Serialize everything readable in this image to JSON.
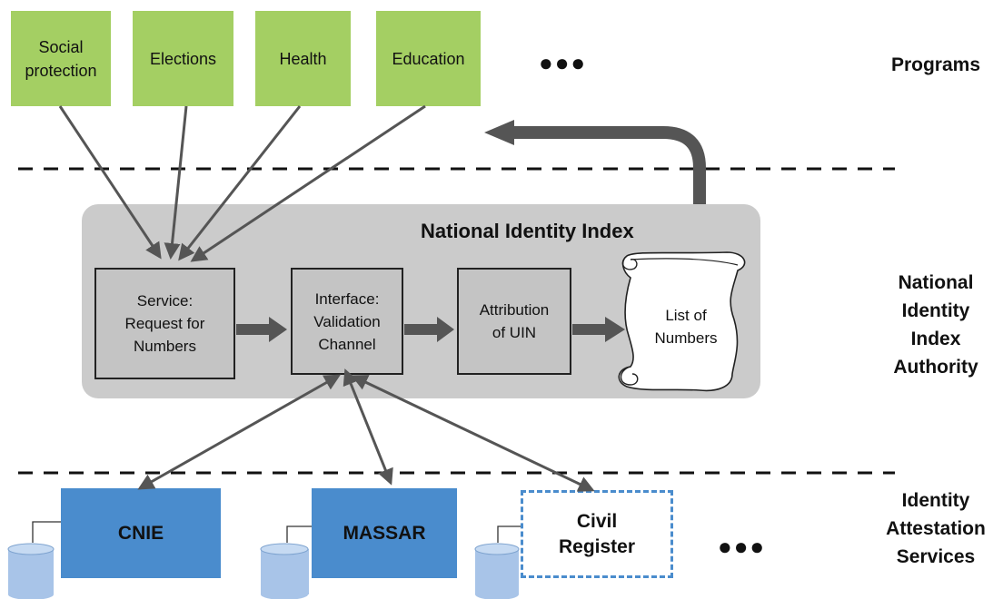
{
  "programs": {
    "items": [
      {
        "label": "Social\nprotection"
      },
      {
        "label": "Elections"
      },
      {
        "label": "Health"
      },
      {
        "label": "Education"
      }
    ],
    "more": "●●●",
    "layer_label": "Programs"
  },
  "index": {
    "title": "National Identity Index",
    "boxes": [
      {
        "label": "Service:\nRequest for\nNumbers"
      },
      {
        "label": "Interface:\nValidation\nChannel"
      },
      {
        "label": "Attribution\nof UIN"
      }
    ],
    "scroll_label": "List of\nNumbers",
    "layer_label": "National\nIdentity\nIndex\nAuthority"
  },
  "services": {
    "items": [
      {
        "label": "CNIE"
      },
      {
        "label": "MASSAR"
      },
      {
        "label": "Civil\nRegister"
      }
    ],
    "more": "●●●",
    "layer_label": "Identity\nAttestation\nServices"
  },
  "colors": {
    "program_green": "#a4cf63",
    "service_blue": "#4a8ccd",
    "index_gray": "#cbcbcb",
    "arrow_gray": "#555555",
    "database_blue": "#a8c4e8"
  }
}
